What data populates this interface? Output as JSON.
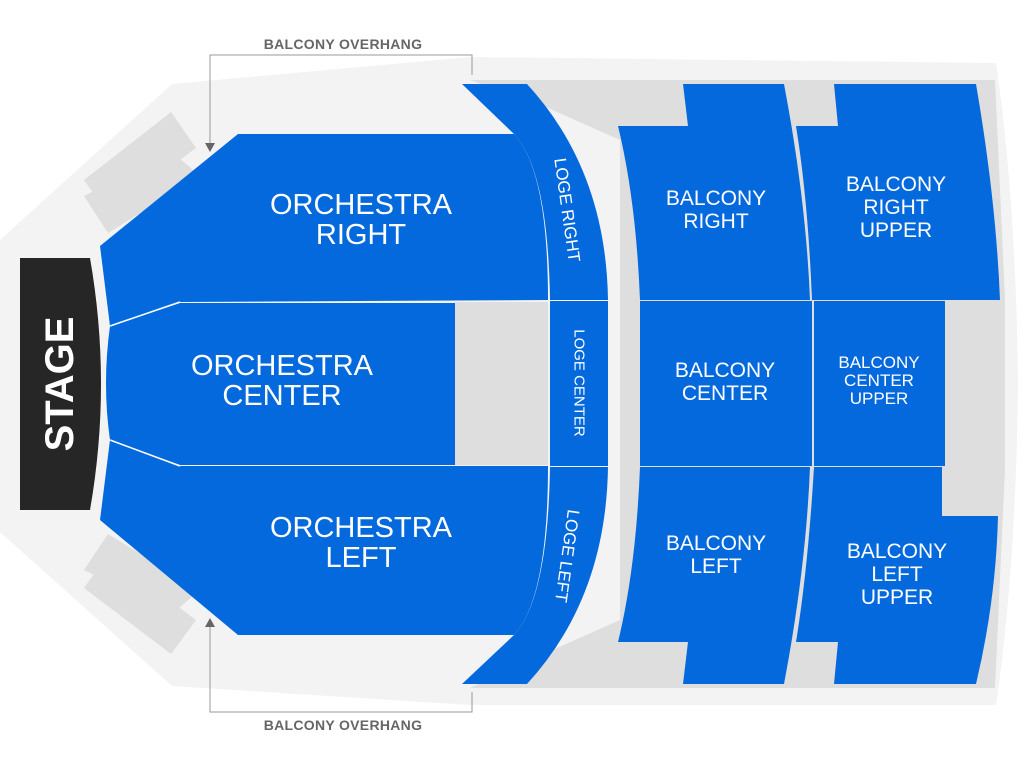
{
  "colors": {
    "section": "#0569de",
    "stage": "#262626",
    "floor": "#f3f3f3",
    "unavailable": "#dedede",
    "annotation": "#666666",
    "label": "#ffffff"
  },
  "stage": {
    "label": "STAGE"
  },
  "annotations": {
    "top": "BALCONY OVERHANG",
    "bottom": "BALCONY OVERHANG"
  },
  "sections": {
    "orchestra_right": {
      "line1": "ORCHESTRA",
      "line2": "RIGHT"
    },
    "orchestra_center": {
      "line1": "ORCHESTRA",
      "line2": "CENTER"
    },
    "orchestra_left": {
      "line1": "ORCHESTRA",
      "line2": "LEFT"
    },
    "loge_right": {
      "label": "LOGE RIGHT"
    },
    "loge_center": {
      "label": "LOGE CENTER"
    },
    "loge_left": {
      "label": "LOGE LEFT"
    },
    "balcony_right": {
      "line1": "BALCONY",
      "line2": "RIGHT"
    },
    "balcony_center": {
      "line1": "BALCONY",
      "line2": "CENTER"
    },
    "balcony_left": {
      "line1": "BALCONY",
      "line2": "LEFT"
    },
    "balcony_right_upper": {
      "line1": "BALCONY",
      "line2": "RIGHT",
      "line3": "UPPER"
    },
    "balcony_center_upper": {
      "line1": "BALCONY",
      "line2": "CENTER",
      "line3": "UPPER"
    },
    "balcony_left_upper": {
      "line1": "BALCONY",
      "line2": "LEFT",
      "line3": "UPPER"
    }
  }
}
